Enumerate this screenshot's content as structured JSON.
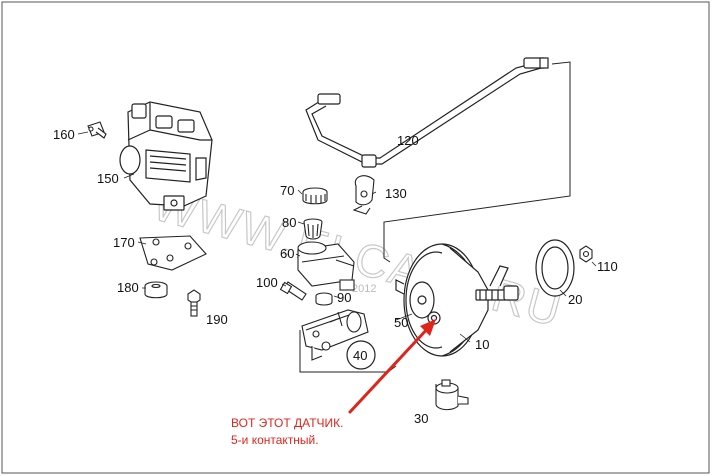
{
  "parts": {
    "p10": "10",
    "p20": "20",
    "p30": "30",
    "p40": "40",
    "p50": "50",
    "p60": "60",
    "p70": "70",
    "p80": "80",
    "p90": "90",
    "p100": "100",
    "p110": "110",
    "p120": "120",
    "p130": "130",
    "p150": "150",
    "p160": "160",
    "p170": "170",
    "p180": "180",
    "p190": "190"
  },
  "watermark": {
    "site": "WWW.ELCATS.RU",
    "year": "2012"
  },
  "annotation": {
    "line1": "ВОТ ЭТОТ ДАТЧИК.",
    "line2": "5-и контактный.",
    "color": "#e0241b"
  }
}
